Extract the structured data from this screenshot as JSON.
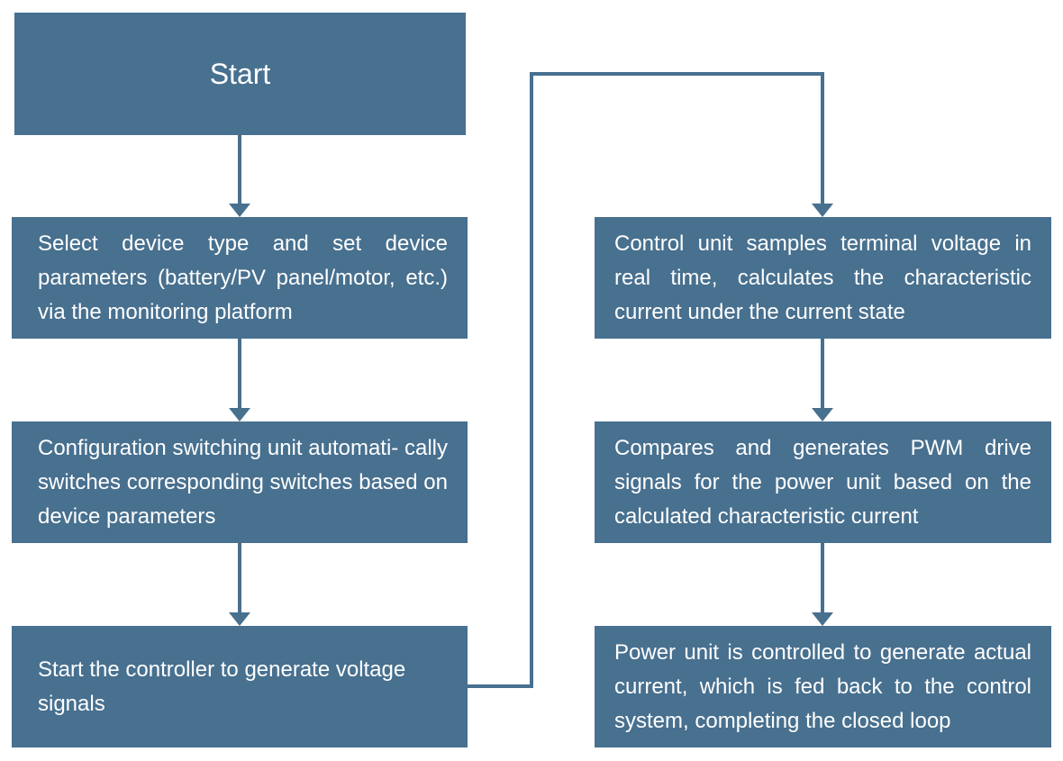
{
  "flow": {
    "start_label": "Start",
    "left_steps": [
      "Select device type and set device parameters (battery/PV panel/motor, etc.) via the monitoring platform",
      "Configuration switching unit automati- cally switches corresponding switches based on device parameters",
      "Start the controller to generate voltage signals"
    ],
    "right_steps": [
      "Control unit samples terminal voltage in real time, calculates the characteristic current under the current state",
      "Compares and generates PWM drive signals for the power unit based on the calculated characteristic current",
      "Power unit is controlled to generate actual current, which is fed back to the control system, completing the closed loop"
    ]
  },
  "colors": {
    "box_fill": "#48708f",
    "connector": "#48708f",
    "text": "#ffffff"
  }
}
